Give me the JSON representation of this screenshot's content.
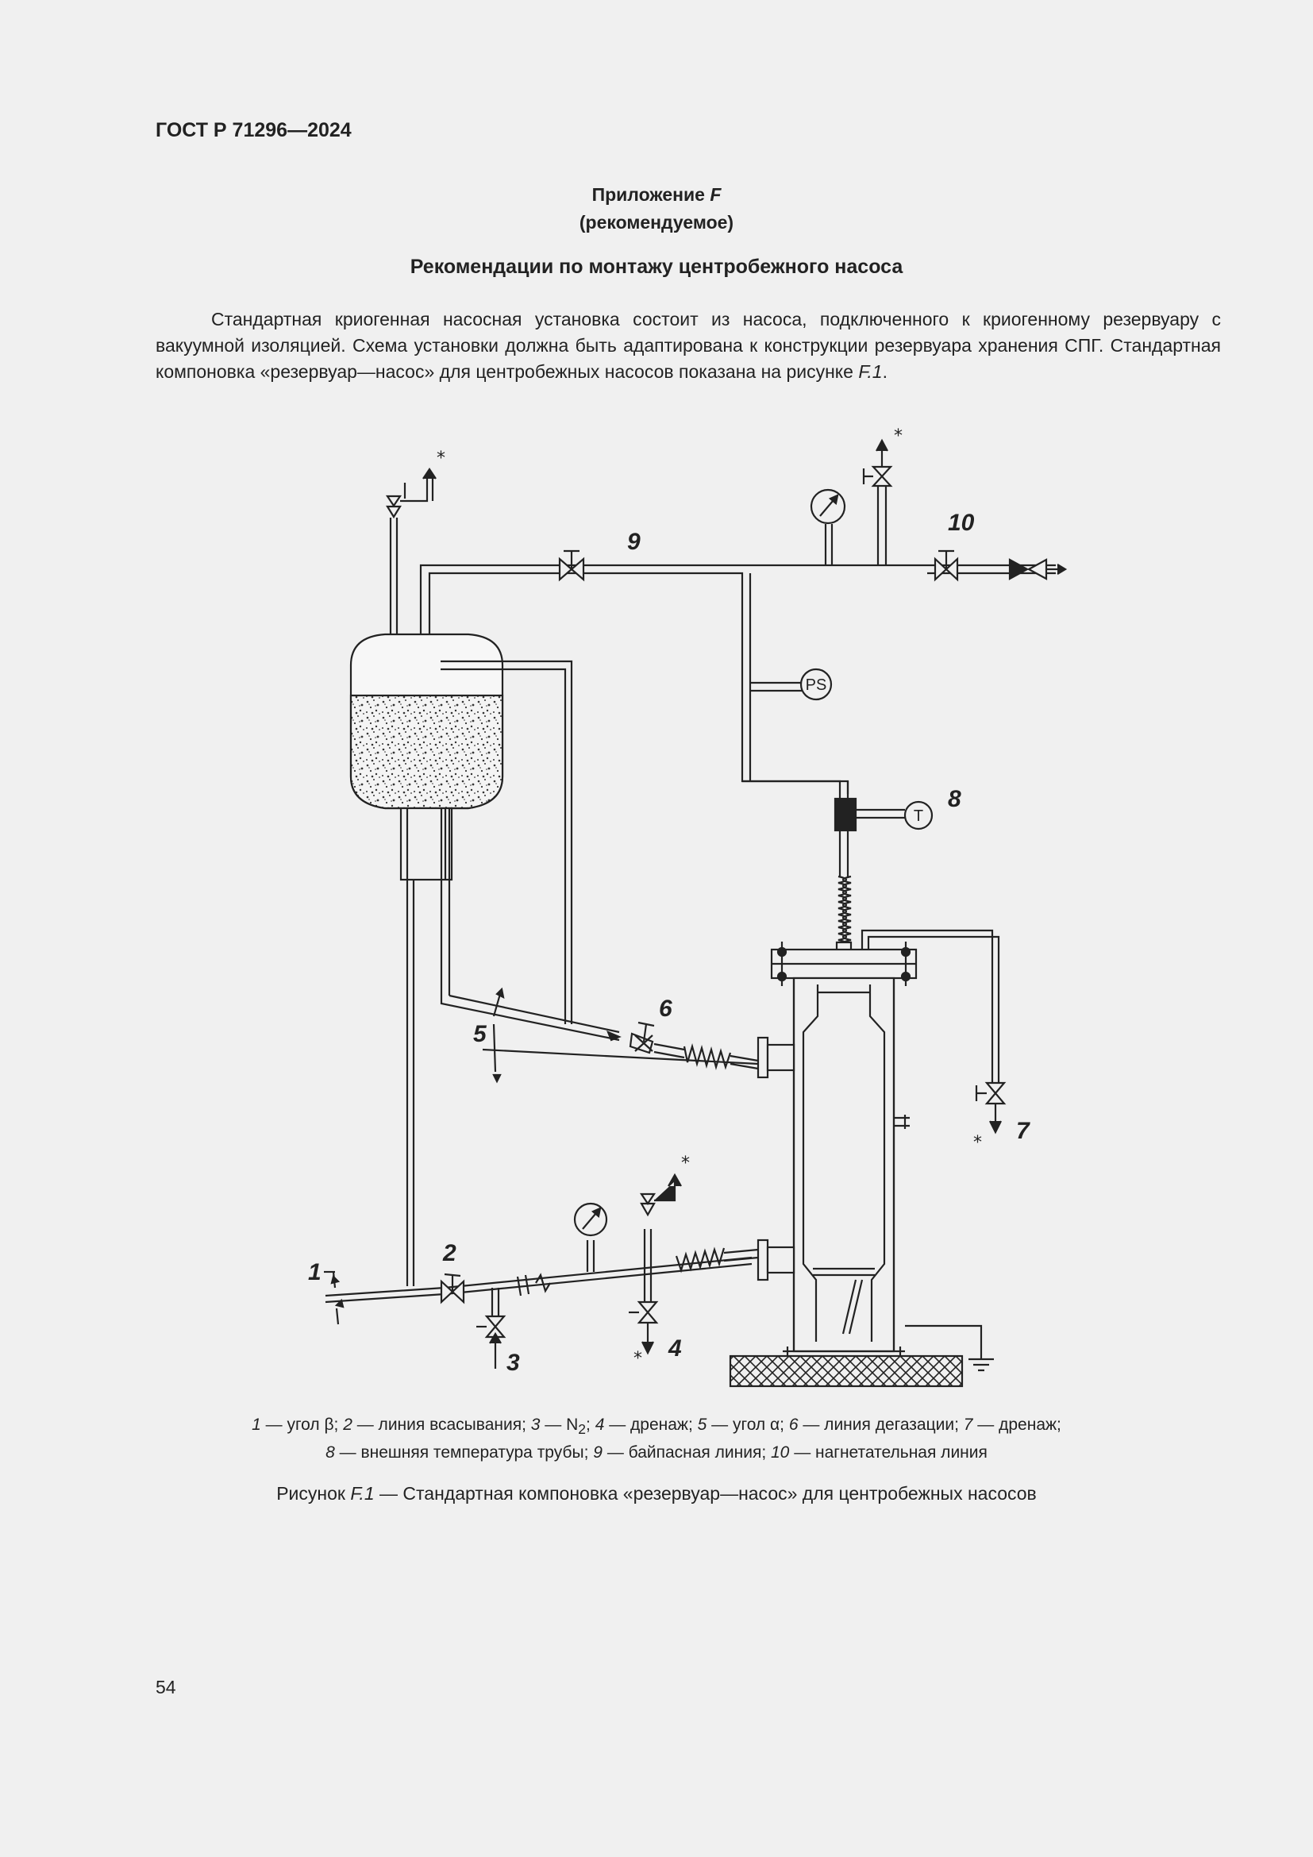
{
  "header": {
    "doc_id": "ГОСТ Р 71296—2024"
  },
  "appendix": {
    "prefix": "Приложение ",
    "letter": "F",
    "status": "(рекомендуемое)"
  },
  "title": "Рекомендации по монтажу центробежного насоса",
  "paragraph": {
    "text_main": "Стандартная криогенная насосная установка состоит из насоса, подключенного к криогенному резервуару с вакуумной изоляцией. Схема установки должна быть адаптирована к конструкции резервуара хранения СПГ. Стандартная компоновка «резервуар—насос» для центробежных насосов показана на рисунке ",
    "figure_ref": "F.1",
    "end": "."
  },
  "diagram": {
    "labels": {
      "l1": "1",
      "l2": "2",
      "l3": "3",
      "l4": "4",
      "l5": "5",
      "l6": "6",
      "l7": "7",
      "l8": "8",
      "l9": "9",
      "l10": "10"
    },
    "instruments": {
      "pressure_switch": "PS",
      "thermometer": "T"
    },
    "vent_mark": "*"
  },
  "legend": {
    "i1": "1",
    "t1": " — угол β; ",
    "i2": "2",
    "t2": " — линия всасывания; ",
    "i3": "3",
    "t3a": " — N",
    "t3sub": "2",
    "t3b": "; ",
    "i4": "4",
    "t4": " — дренаж; ",
    "i5": "5",
    "t5": " — угол α; ",
    "i6": "6",
    "t6": " — линия дегазации; ",
    "i7": "7",
    "t7": " — дренаж;",
    "i8": "8",
    "t8": " — внешняя температура трубы; ",
    "i9": "9",
    "t9": " — байпасная линия; ",
    "i10": "10",
    "t10": " — нагнетательная линия"
  },
  "caption": {
    "prefix": "Рисунок ",
    "ref": "F.1",
    "text": " — Стандартная компоновка «резервуар—насос» для центробежных насосов"
  },
  "page_number": "54"
}
